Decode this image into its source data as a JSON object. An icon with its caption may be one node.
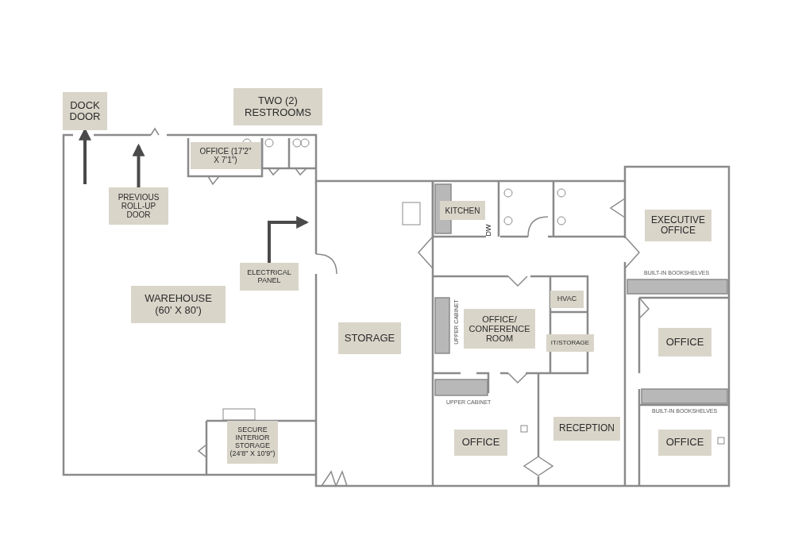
{
  "diagram": {
    "nodes": [
      {
        "text": [
          "DOCK DOOR"
        ]
      },
      {
        "text": [
          "TWO (2) RESTROOMS"
        ]
      },
      {
        "text": [
          "OFFICE (17'2\" X 7'1\")"
        ]
      },
      {
        "text": [
          "PREVIOUS ROLL-UP DOOR"
        ]
      },
      {
        "text": [
          "KITCHEN"
        ]
      },
      {
        "text": [
          "EXECUTIVE OFFICE"
        ]
      },
      {
        "text": [
          "ELECTRICAL PANEL"
        ]
      },
      {
        "text": [
          "WAREHOUSE (60' X 80')"
        ]
      },
      {
        "text": [
          "HVAC"
        ]
      },
      {
        "text": [
          "OFFICE/ CONFERENCE ROOM"
        ]
      },
      {
        "text": [
          "STORAGE"
        ]
      },
      {
        "text": [
          "IT/STORAGE"
        ]
      },
      {
        "text": [
          "OFFICE"
        ]
      },
      {
        "text": [
          "SECURE INTERIOR STORAGE (24'8\" X 10'9\")"
        ]
      },
      {
        "text": [
          "RECEPTION"
        ]
      },
      {
        "text": [
          "OFFICE"
        ]
      },
      {
        "text": [
          "OFFICE"
        ]
      }
    ],
    "edges": [
      {
        "from": null,
        "to": 0,
        "arrow": "to"
      },
      {
        "from": 3,
        "to": null,
        "arrow": "to"
      },
      {
        "from": 6,
        "to": null,
        "arrow": "to"
      }
    ],
    "labels": [
      "DW",
      "BUILT-IN BOOKSHELVES",
      "UPPER CABINET",
      "UPPER CABINET",
      "BUILT-IN BOOKSHELVES"
    ]
  }
}
